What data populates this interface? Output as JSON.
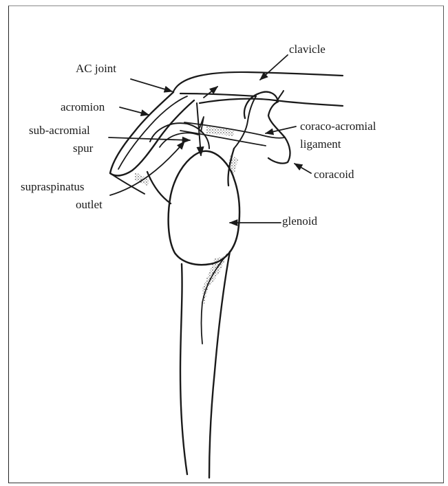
{
  "labels": {
    "clavicle": "clavicle",
    "ac_joint": "AC joint",
    "acromion": "acromion",
    "sub_acromial_line1": "sub-acromial",
    "sub_acromial_line2": "spur",
    "coraco_acromial_line1": "coraco-acromial",
    "coraco_acromial_line2": "ligament",
    "coracoid": "coracoid",
    "supraspinatus_line1": "supraspinatus",
    "supraspinatus_line2": "outlet",
    "glenoid": "glenoid"
  },
  "colors": {
    "ink": "#1a1a1a",
    "paper": "#ffffff"
  }
}
